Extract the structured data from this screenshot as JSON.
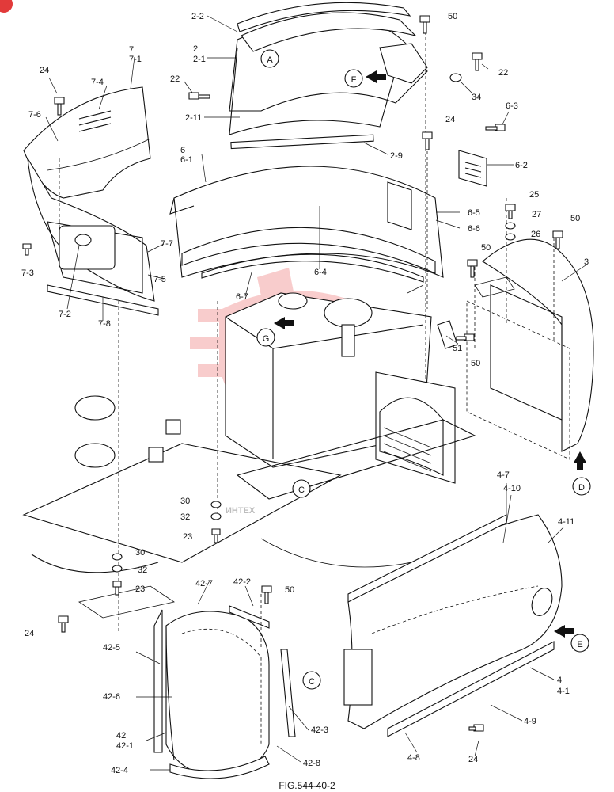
{
  "figure": {
    "caption": "FIG.544-40-2",
    "watermark_text": "ИНТЕХ",
    "watermark_color": "#e84c4c",
    "badge_color": "#e23a3a"
  },
  "view_markers": [
    "A",
    "F",
    "G",
    "C",
    "D",
    "E"
  ],
  "part_labels": [
    "2-2",
    "50",
    "2",
    "2-1",
    "22",
    "22",
    "34",
    "2-11",
    "7",
    "7-1",
    "24",
    "7-4",
    "7-6",
    "6-3",
    "6",
    "6-1",
    "2-9",
    "24",
    "6-2",
    "25",
    "27",
    "26",
    "50",
    "6-5",
    "6-6",
    "50",
    "3",
    "7-7",
    "7-3",
    "7-5",
    "6-4",
    "6-7",
    "7-2",
    "7-8",
    "51",
    "50",
    "4-7",
    "4-10",
    "4-11",
    "30",
    "32",
    "23",
    "30",
    "32",
    "23",
    "42-7",
    "42-2",
    "50",
    "24",
    "42-5",
    "42-6",
    "4",
    "4-1",
    "42",
    "42-1",
    "42-3",
    "42-8",
    "4-9",
    "4-8",
    "24",
    "42-4"
  ]
}
